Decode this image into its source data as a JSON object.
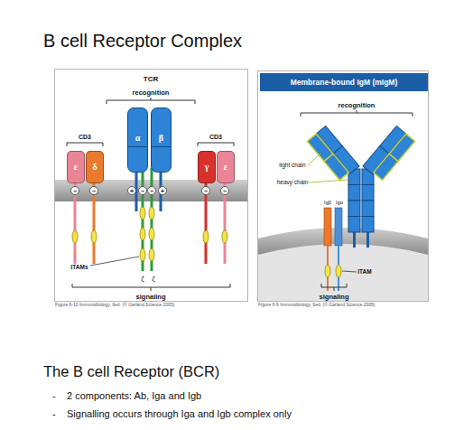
{
  "diagram": {
    "title": "B cell Receptor Complex",
    "nodes": [
      {
        "text": [
          "Figure 6-10 Immunobiology, 6ed. (© Garland Science 2005)"
        ]
      },
      {
        "text": [
          "ε"
        ],
        "in": 0
      },
      {
        "text": [
          "δ"
        ],
        "in": 0
      },
      {
        "text": [
          "α"
        ],
        "in": 0
      },
      {
        "text": [
          "β"
        ],
        "in": 0
      },
      {
        "text": [
          "γ"
        ],
        "in": 0
      },
      {
        "text": [
          "ε"
        ],
        "in": 0
      },
      {
        "text": [
          "Figure 6-9 Immunobiology, 6ed. (© Garland Science 2005)"
        ]
      },
      {
        "text": [
          "Membrane-bound IgM (mIgM)"
        ],
        "in": 7
      }
    ],
    "labels": [
      "TCR",
      "recognition",
      "CD3",
      "CD3",
      "−",
      "−",
      "+",
      "−",
      "−",
      "+",
      "−",
      "−",
      "ITAMs",
      "ζ",
      "ζ",
      "signaling",
      "recognition",
      "light chain",
      "heavy chain",
      "Igβ",
      "Igα",
      "ITAM",
      "signaling",
      "The B cell Receptor (BCR)",
      "-",
      "2 components: Ab, Iga and Igb",
      "-",
      "Signalling occurs through Iga and Igb complex only"
    ]
  }
}
